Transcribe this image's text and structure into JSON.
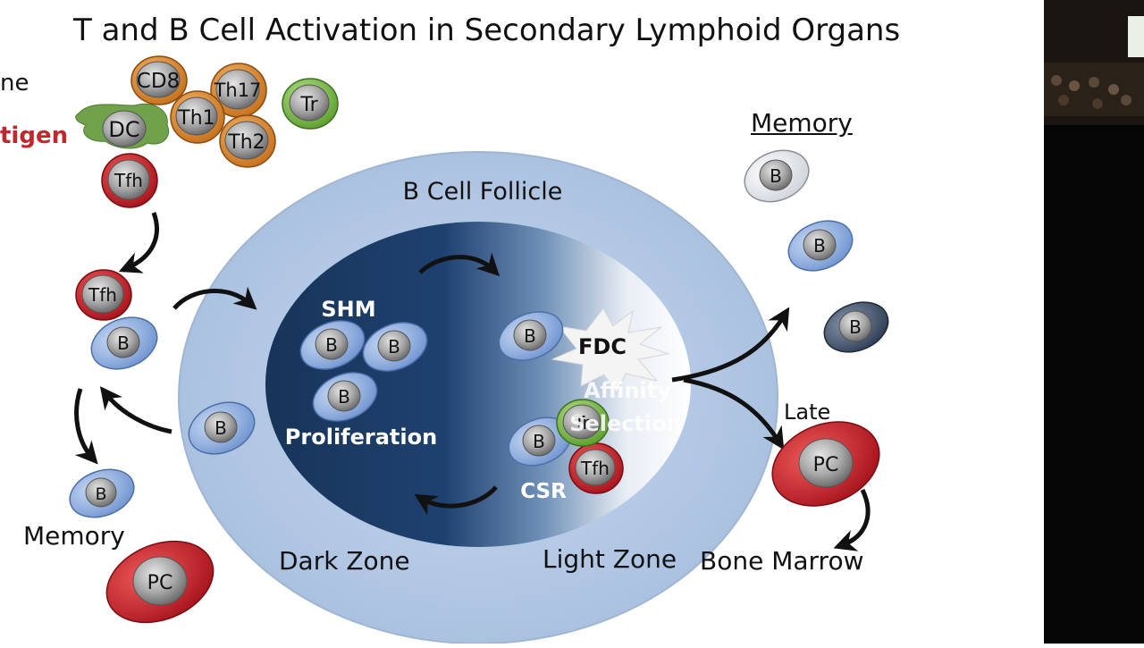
{
  "slide": {
    "title": "T and B Cell Activation in Secondary Lymphoid Organs",
    "clipped_left_text_1": "ne",
    "clipped_left_text_2": "tigen",
    "follicle_label": "B Cell Follicle",
    "dark_zone_label": "Dark Zone",
    "light_zone_label": "Light Zone",
    "shm_label": "SHM",
    "proliferation_label": "Proliferation",
    "fdc_label": "FDC",
    "affinity_label": "Affinity",
    "selection_label": "Selection",
    "csr_label": "CSR",
    "memory_left_label": "Memory",
    "memory_right_label": "Memory",
    "late_label": "Late",
    "bone_marrow_label": "Bone Marrow"
  },
  "cells": {
    "cd8": "CD8",
    "th17": "Th17",
    "th1": "Th1",
    "th2": "Th2",
    "tr": "Tr",
    "dc": "DC",
    "tfh": "Tfh",
    "b": "B",
    "pc": "PC"
  },
  "colors": {
    "orange_cell": "#e08a2c",
    "green_cell": "#7fc04a",
    "red_cell": "#c8202a",
    "blue_cell": "#8eaee0",
    "nucleus_gray": "#a8a8a8",
    "follicle_outer": "#b8cde6",
    "dark_zone": "#1e3d66",
    "antigen_red": "#c0282e"
  }
}
